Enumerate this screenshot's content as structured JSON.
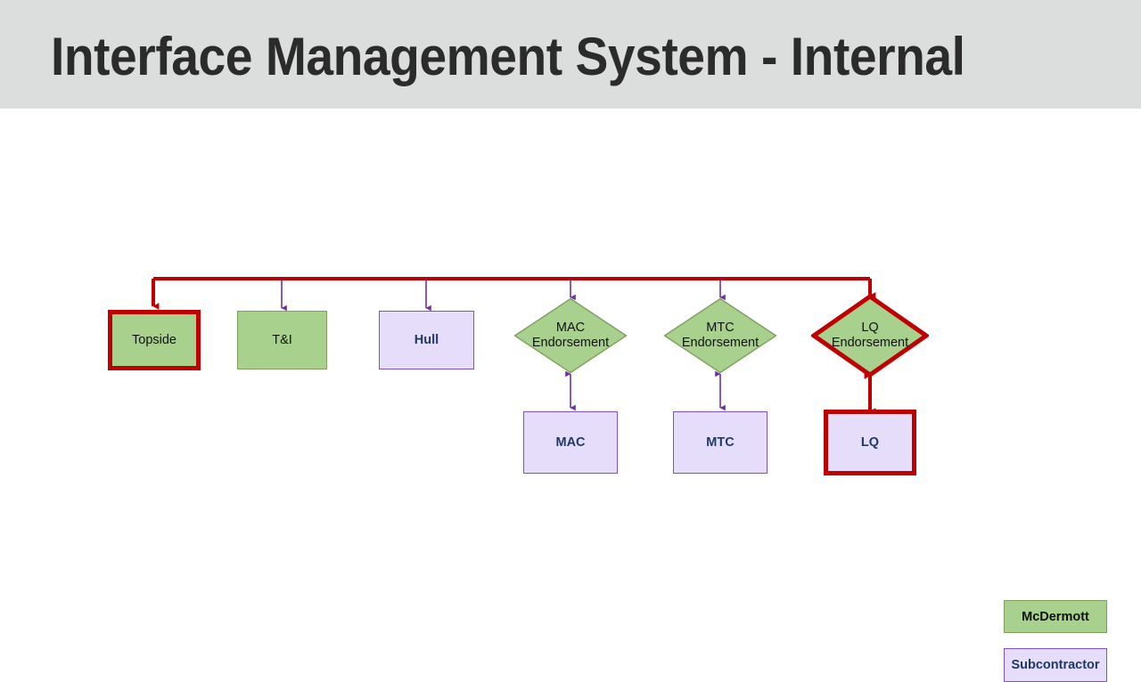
{
  "header": {
    "title": "Interface Management System - Internal",
    "background_color": "#DCDDDD",
    "text_color": "#2B2B2B"
  },
  "palette": {
    "mcdermott_fill": "#A9D18E",
    "mcdermott_border": "#7F9E5E",
    "subcontractor_fill": "#E6DDFB",
    "subcontractor_border": "#7E4FD0",
    "highlight": "#C00000",
    "connector_normal": "#7030A0",
    "label_dark": "#111111",
    "label_navy": "#1F3864",
    "canvas": "#FFFFFF"
  },
  "diagram": {
    "nodes": [
      {
        "id": "topside",
        "label": "Topside",
        "shape": "rect",
        "fill": "mcdermott",
        "highlighted": true
      },
      {
        "id": "ti",
        "label": "T&I",
        "shape": "rect",
        "fill": "mcdermott",
        "highlighted": false
      },
      {
        "id": "hull",
        "label": "Hull",
        "shape": "rect",
        "fill": "subcontractor",
        "highlighted": false
      },
      {
        "id": "mac-endorsement",
        "label_line1": "MAC",
        "label_line2": "Endorsement",
        "shape": "diamond",
        "fill": "mcdermott",
        "highlighted": false
      },
      {
        "id": "mtc-endorsement",
        "label_line1": "MTC",
        "label_line2": "Endorsement",
        "shape": "diamond",
        "fill": "mcdermott",
        "highlighted": false
      },
      {
        "id": "lq-endorsement",
        "label_line1": "LQ",
        "label_line2": "Endorsement",
        "shape": "diamond",
        "fill": "mcdermott",
        "highlighted": true
      },
      {
        "id": "mac",
        "label": "MAC",
        "shape": "rect",
        "fill": "subcontractor",
        "highlighted": false
      },
      {
        "id": "mtc",
        "label": "MTC",
        "shape": "rect",
        "fill": "subcontractor",
        "highlighted": false
      },
      {
        "id": "lq",
        "label": "LQ",
        "shape": "rect",
        "fill": "subcontractor",
        "highlighted": true
      }
    ],
    "connectors": [
      {
        "id": "trunk-to-topside",
        "from": "trunk",
        "to": "topside",
        "style": "highlight",
        "arrows": "end"
      },
      {
        "id": "trunk-to-ti",
        "from": "trunk",
        "to": "ti",
        "style": "normal",
        "arrows": "end"
      },
      {
        "id": "trunk-to-hull",
        "from": "trunk",
        "to": "hull",
        "style": "normal",
        "arrows": "end"
      },
      {
        "id": "trunk-to-mac-endorsement",
        "from": "trunk",
        "to": "mac-endorsement",
        "style": "normal",
        "arrows": "end"
      },
      {
        "id": "trunk-to-mtc-endorsement",
        "from": "trunk",
        "to": "mtc-endorsement",
        "style": "normal",
        "arrows": "end"
      },
      {
        "id": "trunk-to-lq-endorsement",
        "from": "trunk",
        "to": "lq-endorsement",
        "style": "highlight",
        "arrows": "end"
      },
      {
        "id": "mac-endorsement-to-mac",
        "from": "mac-endorsement",
        "to": "mac",
        "style": "normal",
        "arrows": "both"
      },
      {
        "id": "mtc-endorsement-to-mtc",
        "from": "mtc-endorsement",
        "to": "mtc",
        "style": "normal",
        "arrows": "both"
      },
      {
        "id": "lq-endorsement-to-lq",
        "from": "lq-endorsement",
        "to": "lq",
        "style": "highlight",
        "arrows": "both"
      }
    ]
  },
  "legend": {
    "items": [
      {
        "id": "mcdermott",
        "label": "McDermott"
      },
      {
        "id": "subcontractor",
        "label": "Subcontractor"
      }
    ]
  }
}
